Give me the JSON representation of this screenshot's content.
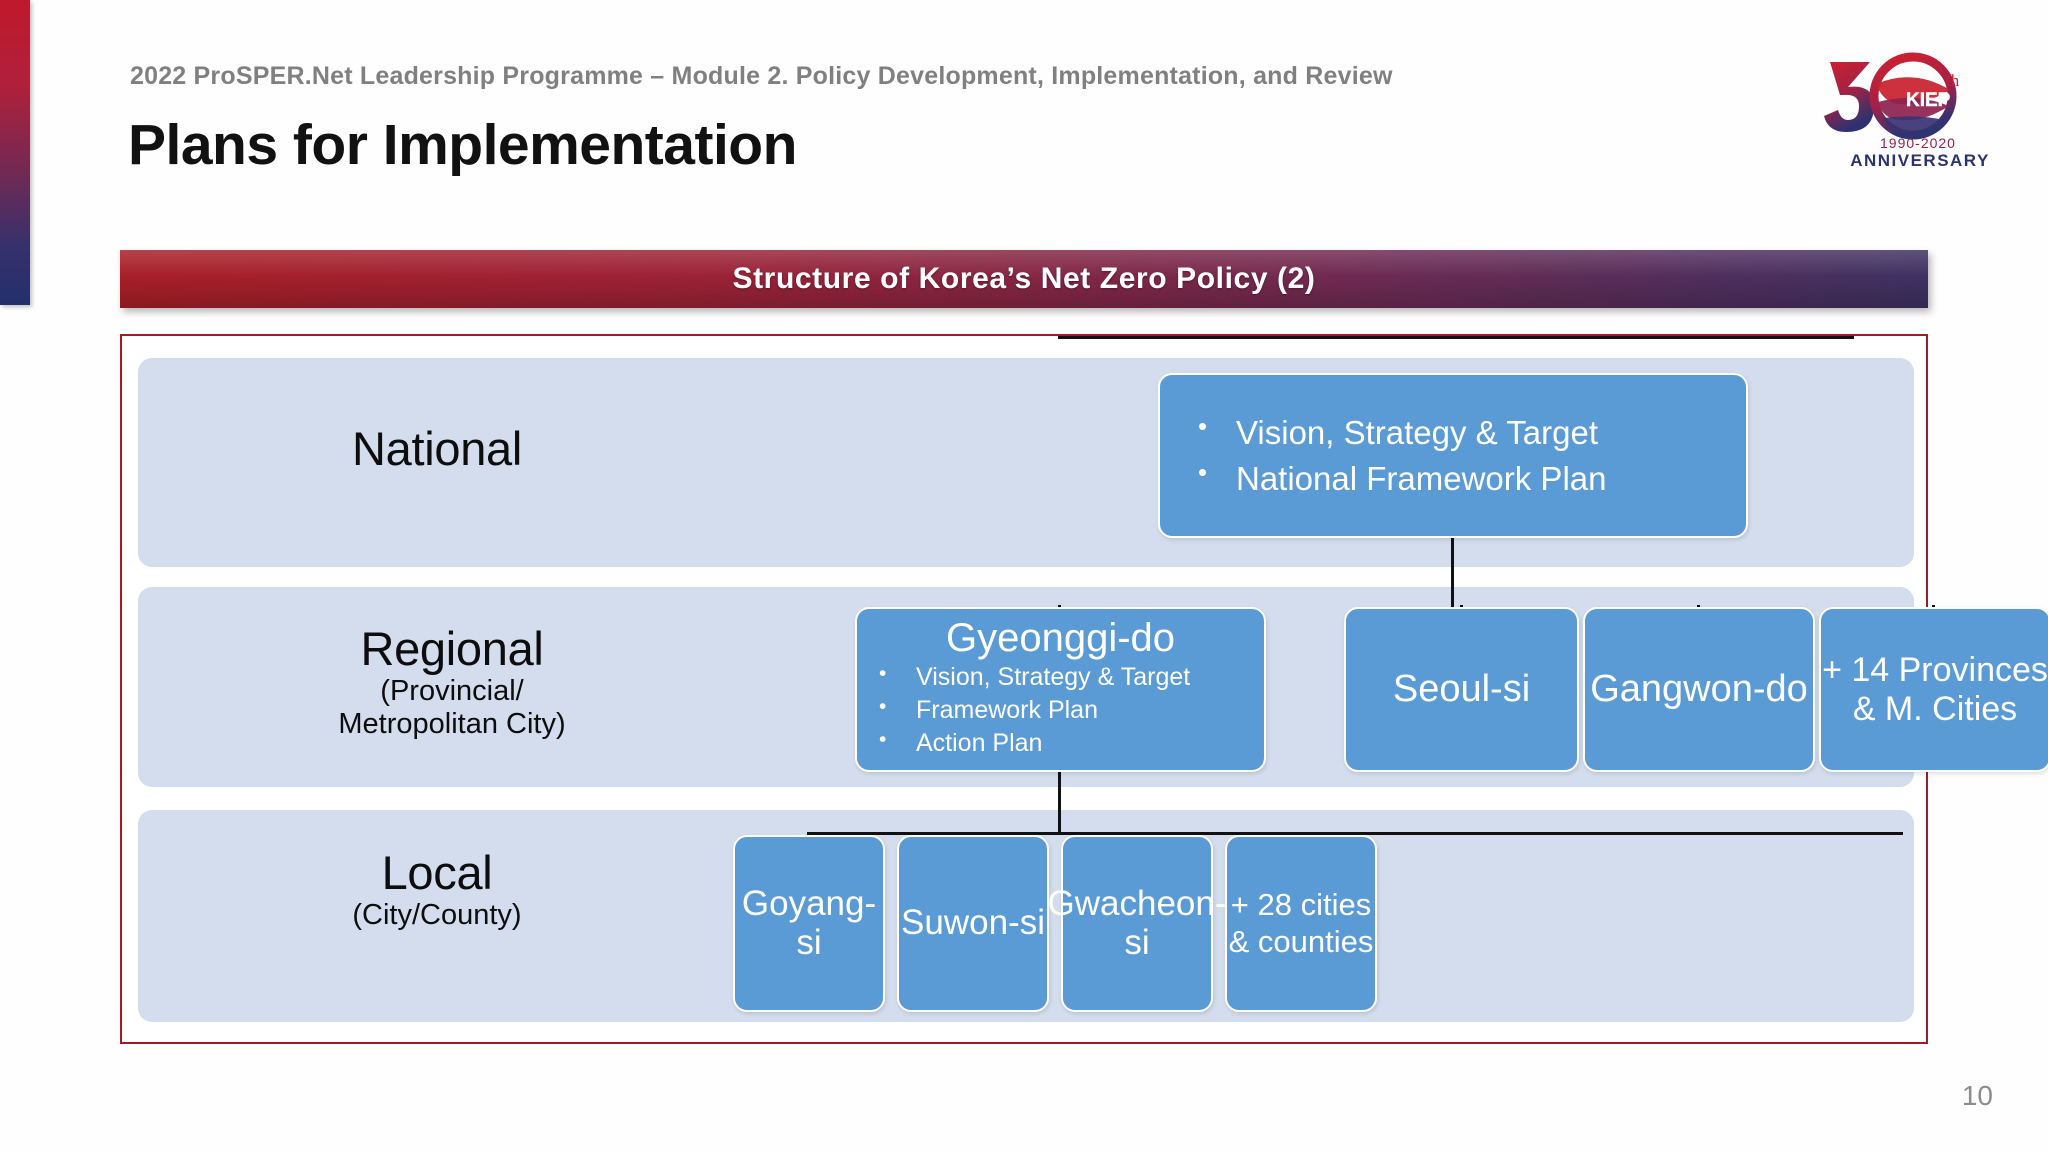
{
  "slide": {
    "kicker": "2022 ProSPER.Net Leadership Programme – Module 2. Policy Development, Implementation, and Review",
    "title": "Plans for Implementation",
    "page_number": "10",
    "banner_title": "Structure of Korea’s Net Zero Policy (2)",
    "colors": {
      "node_blue": "#5b9bd5",
      "band_blue": "#d4ddee",
      "banner_start": "#a81f28",
      "banner_end": "#3e3163",
      "frame_border": "#9e1b28",
      "kicker_gray": "#808080"
    }
  },
  "logo": {
    "number": "30",
    "superscript": "th",
    "brand": "KIEP",
    "years": "1990-2020",
    "word": "ANNIVERSARY"
  },
  "diagram": {
    "tiers": [
      {
        "id": "national",
        "label": "National",
        "sublabel": "",
        "nodes": [
          {
            "id": "national-node",
            "heading": "",
            "bullets": [
              "Vision, Strategy & Target",
              "National Framework Plan"
            ]
          }
        ]
      },
      {
        "id": "regional",
        "label": "Regional",
        "sublabel": "(Provincial/\nMetropolitan City)",
        "sublabel_line1": "(Provincial/",
        "sublabel_line2": "Metropolitan City)",
        "nodes": [
          {
            "id": "gyeonggi-do",
            "heading": "Gyeonggi-do",
            "bullets": [
              "Vision, Strategy & Target",
              "Framework Plan",
              "Action Plan"
            ]
          },
          {
            "id": "seoul-si",
            "heading": "Seoul-si",
            "bullets": []
          },
          {
            "id": "gangwon-do",
            "heading": "Gangwon-do",
            "bullets": []
          },
          {
            "id": "plus-14",
            "heading": "+ 14 Provinces & M. Cities",
            "bullets": []
          }
        ]
      },
      {
        "id": "local",
        "label": "Local",
        "sublabel": "(City/County)",
        "nodes": [
          {
            "id": "goyang-si",
            "heading": "Goyang-si",
            "bullets": []
          },
          {
            "id": "suwon-si",
            "heading": "Suwon-si",
            "bullets": []
          },
          {
            "id": "gwacheon-si",
            "heading": "Gwacheon-si",
            "bullets": []
          },
          {
            "id": "plus-28",
            "heading": "+ 28 cities & counties",
            "bullets": []
          }
        ]
      }
    ]
  }
}
